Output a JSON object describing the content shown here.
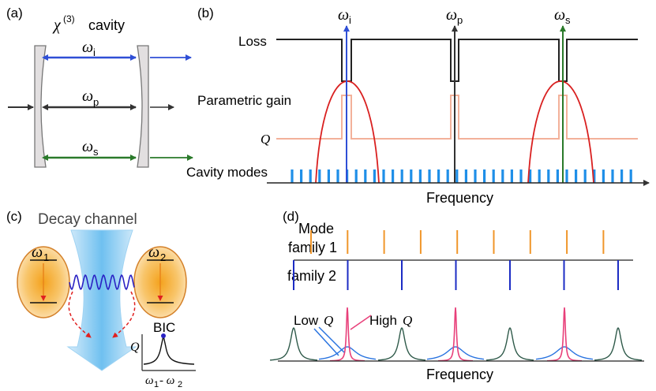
{
  "panel_a": {
    "label": "(a)",
    "cavity_chi": "χ",
    "cavity_chi_sup": "(3)",
    "cavity_word": "cavity",
    "omega_i": "ω",
    "omega_i_sub": "i",
    "omega_p": "ω",
    "omega_p_sub": "p",
    "omega_s": "ω",
    "omega_s_sub": "s"
  },
  "panel_b": {
    "label": "(b)",
    "loss": "Loss",
    "parametric_gain": "Parametric gain",
    "q": "Q",
    "cavity_modes": "Cavity modes",
    "frequency": "Frequency",
    "omega": "ω",
    "sub_i": "i",
    "sub_p": "p",
    "sub_s": "s"
  },
  "panel_c": {
    "label": "(c)",
    "decay_channel": "Decay channel",
    "omega1": "ω",
    "omega1_sub": "1",
    "omega2": "ω",
    "omega2_sub": "2",
    "q": "Q",
    "bic": "BIC",
    "x_axis_a": "ω",
    "x_axis_a_sub": "1",
    "x_axis_mid": "- ω",
    "x_axis_b_sub": "2"
  },
  "panel_d": {
    "label": "(d)",
    "mode": "Mode",
    "family1": "family 1",
    "family2": "family 2",
    "low_q": "Low",
    "high_q": "High",
    "q": "Q",
    "frequency": "Frequency"
  },
  "colors": {
    "idler": "#2f4fd6",
    "pump": "#333333",
    "signal": "#2a7a2a",
    "gain": "#d92020",
    "q_line": "#f3b19a",
    "modes": "#1f8fe8",
    "family1": "#f0962a",
    "family2": "#1c2cc4",
    "high_q": "#e8407a",
    "low_q": "#2a74e0",
    "dark_peaks": "#2f5a4a"
  }
}
